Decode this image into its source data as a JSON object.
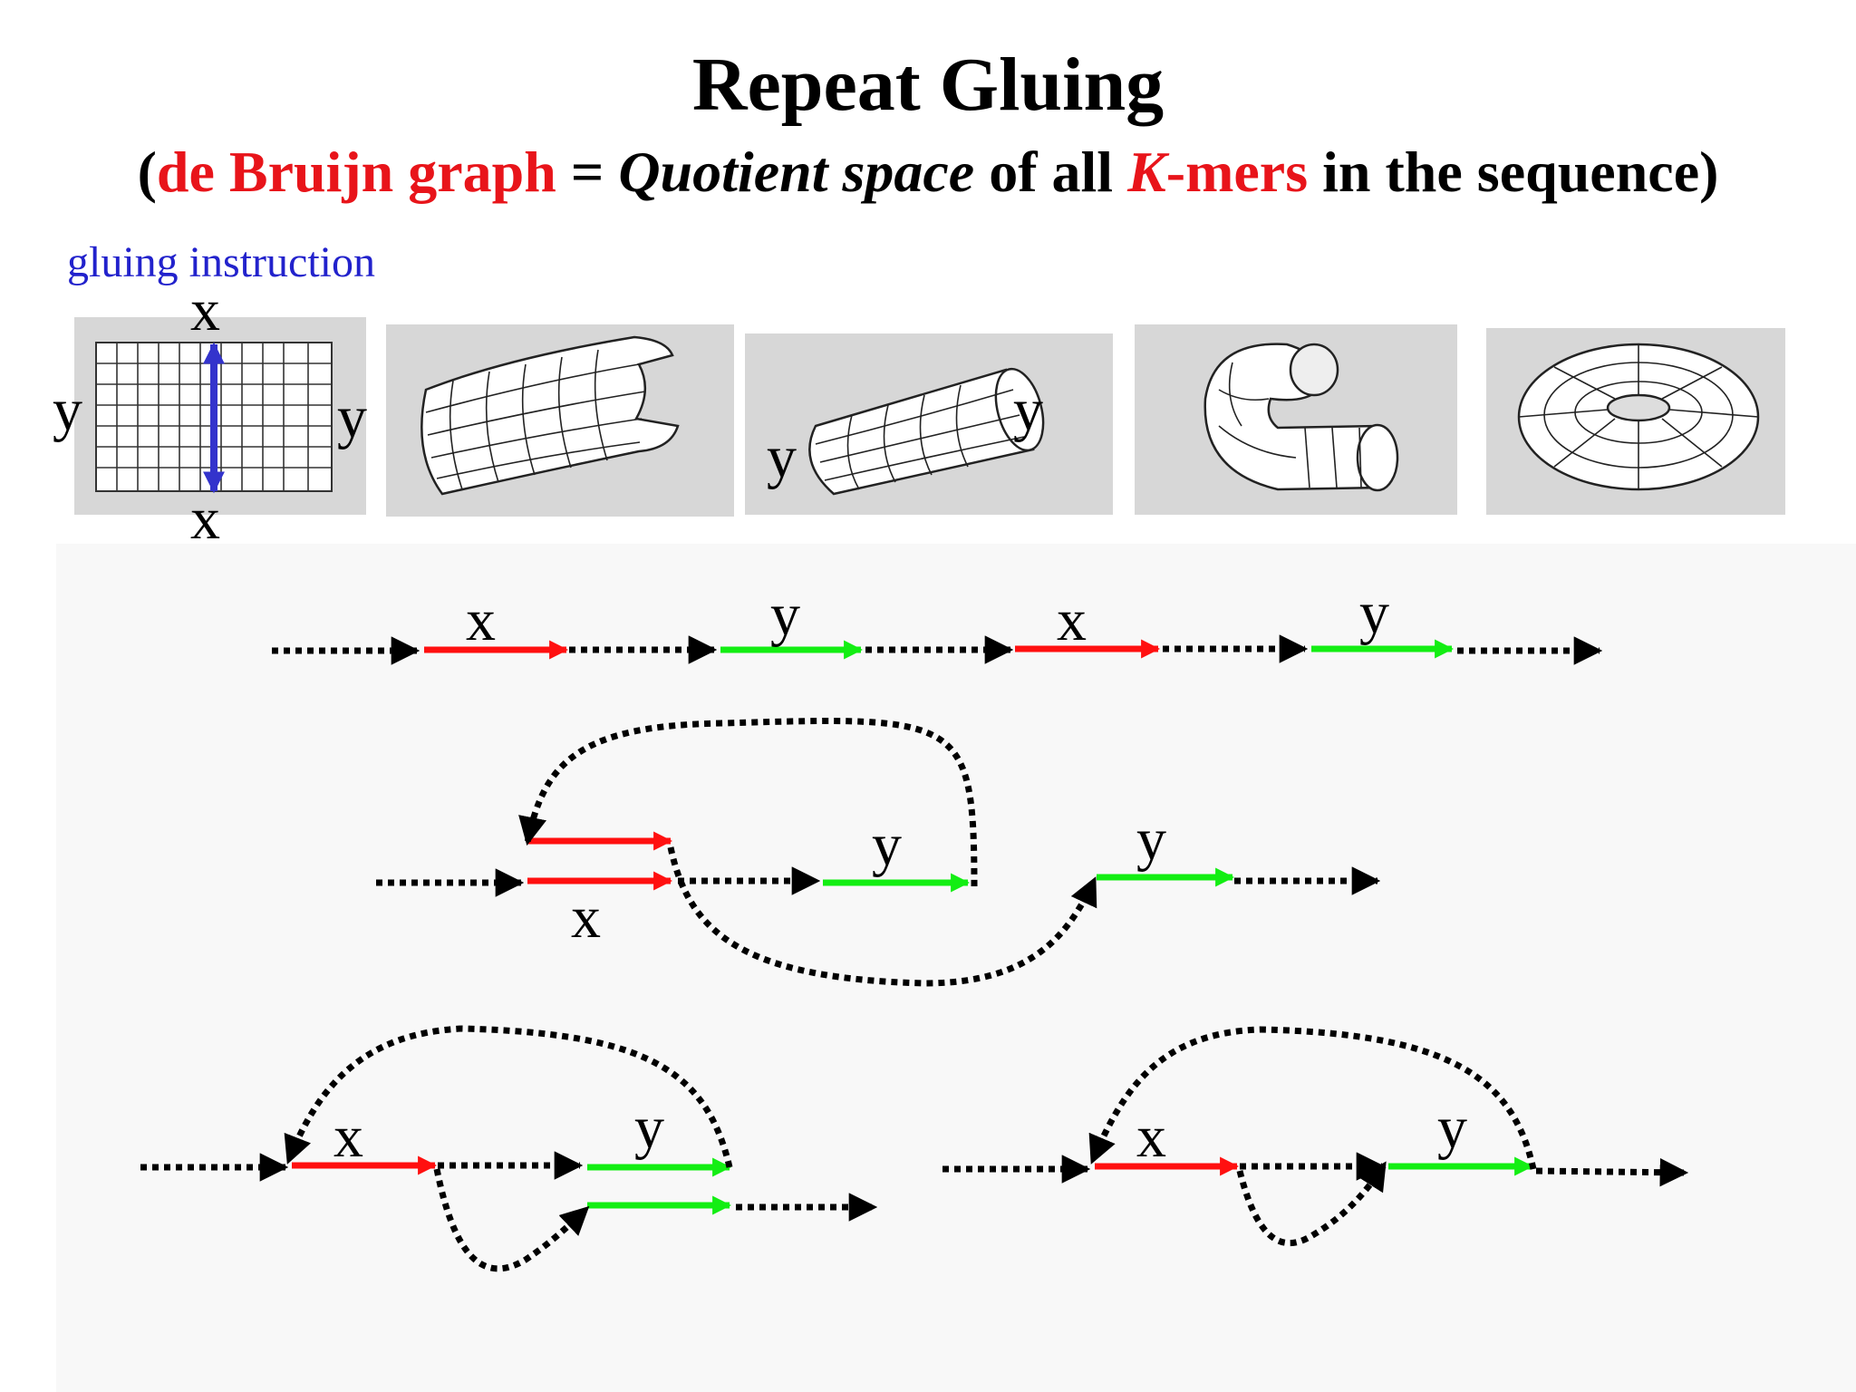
{
  "title": "Repeat Gluing",
  "subtitle": {
    "open": "(",
    "db": "de Bruijn graph",
    "eq": " = ",
    "qs": "Quotient space",
    "of_all": " of all ",
    "k": "K",
    "mers": "-mers",
    "rest": " in the sequence)"
  },
  "gluing_instruction": "gluing instruction",
  "labels": {
    "x": "x",
    "y": "y"
  },
  "colors": {
    "red_edge": "#ff1010",
    "green_edge": "#13ee13",
    "gluing_arrow": "#3333cc",
    "dotted": "#000000"
  }
}
